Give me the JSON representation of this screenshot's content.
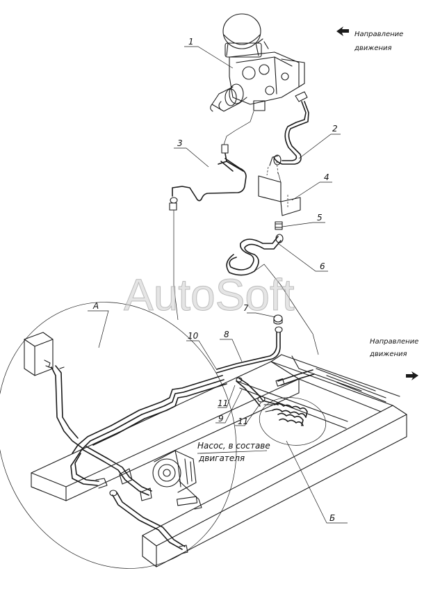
{
  "watermark": "AutoSoft",
  "direction_note_top": {
    "line1": "Направление",
    "line2": "движения"
  },
  "direction_note_right": {
    "line1": "Направление",
    "line2": "движения"
  },
  "pump_note": {
    "line1": "Насос, в составе",
    "line2": "двигателя"
  },
  "callouts": {
    "c1": "1",
    "c2": "2",
    "c3": "3",
    "c4": "4",
    "c5": "5",
    "c6": "6",
    "c7": "7",
    "c8": "8",
    "c9": "9",
    "c10": "10",
    "c11a": "11",
    "c11b": "11"
  },
  "views": {
    "a": "А",
    "b": "Б"
  },
  "colors": {
    "ink": "#1a1a1a",
    "paper": "#ffffff",
    "watermark": "#cfcfcf"
  }
}
